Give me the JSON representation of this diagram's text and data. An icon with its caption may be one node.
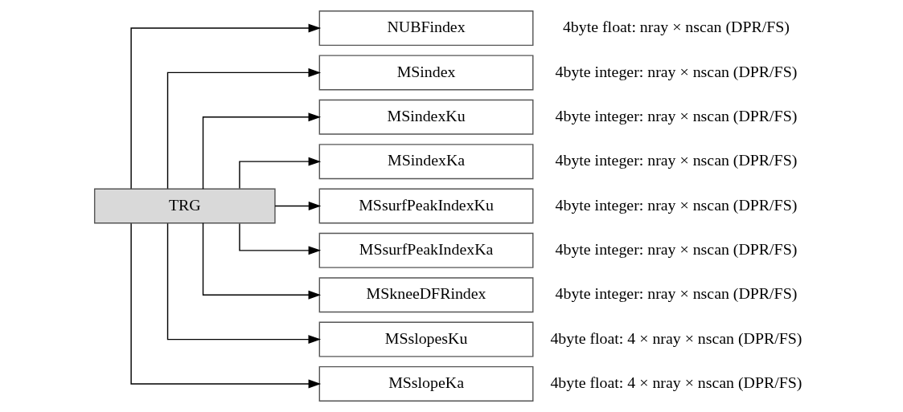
{
  "diagram": {
    "nodes": [
      {
        "text": [
          "TRG"
        ]
      },
      {
        "text": [
          "NUBFindex"
        ],
        "beside": [
          "4byte float: nray × nscan (DPR/FS)"
        ]
      },
      {
        "text": [
          "MSindex"
        ],
        "beside": [
          "4byte integer: nray × nscan (DPR/FS)"
        ]
      },
      {
        "text": [
          "MSindexKu"
        ],
        "beside": [
          "4byte integer: nray × nscan (DPR/FS)"
        ]
      },
      {
        "text": [
          "MSindexKa"
        ],
        "beside": [
          "4byte integer: nray × nscan (DPR/FS)"
        ]
      },
      {
        "text": [
          "MSsurfPeakIndexKu"
        ],
        "beside": [
          "4byte integer: nray × nscan (DPR/FS)"
        ]
      },
      {
        "text": [
          "MSsurfPeakIndexKa"
        ],
        "beside": [
          "4byte integer: nray × nscan (DPR/FS)"
        ]
      },
      {
        "text": [
          "MSkneeDFRindex"
        ],
        "beside": [
          "4byte integer: nray × nscan (DPR/FS)"
        ]
      },
      {
        "text": [
          "MSslopesKu"
        ],
        "beside": [
          "4byte float: 4 × nray × nscan (DPR/FS)"
        ]
      },
      {
        "text": [
          "MSslopeKa"
        ],
        "beside": [
          "4byte float: 4 × nray × nscan (DPR/FS)"
        ]
      }
    ],
    "edges": [
      {
        "from": 0,
        "to": 1,
        "arrow": "to"
      },
      {
        "from": 0,
        "to": 2,
        "arrow": "to"
      },
      {
        "from": 0,
        "to": 3,
        "arrow": "to"
      },
      {
        "from": 0,
        "to": 4,
        "arrow": "to"
      },
      {
        "from": 0,
        "to": 5,
        "arrow": "to"
      },
      {
        "from": 0,
        "to": 6,
        "arrow": "to"
      },
      {
        "from": 0,
        "to": 7,
        "arrow": "to"
      },
      {
        "from": 0,
        "to": 8,
        "arrow": "to"
      },
      {
        "from": 0,
        "to": 9,
        "arrow": "to"
      }
    ]
  }
}
